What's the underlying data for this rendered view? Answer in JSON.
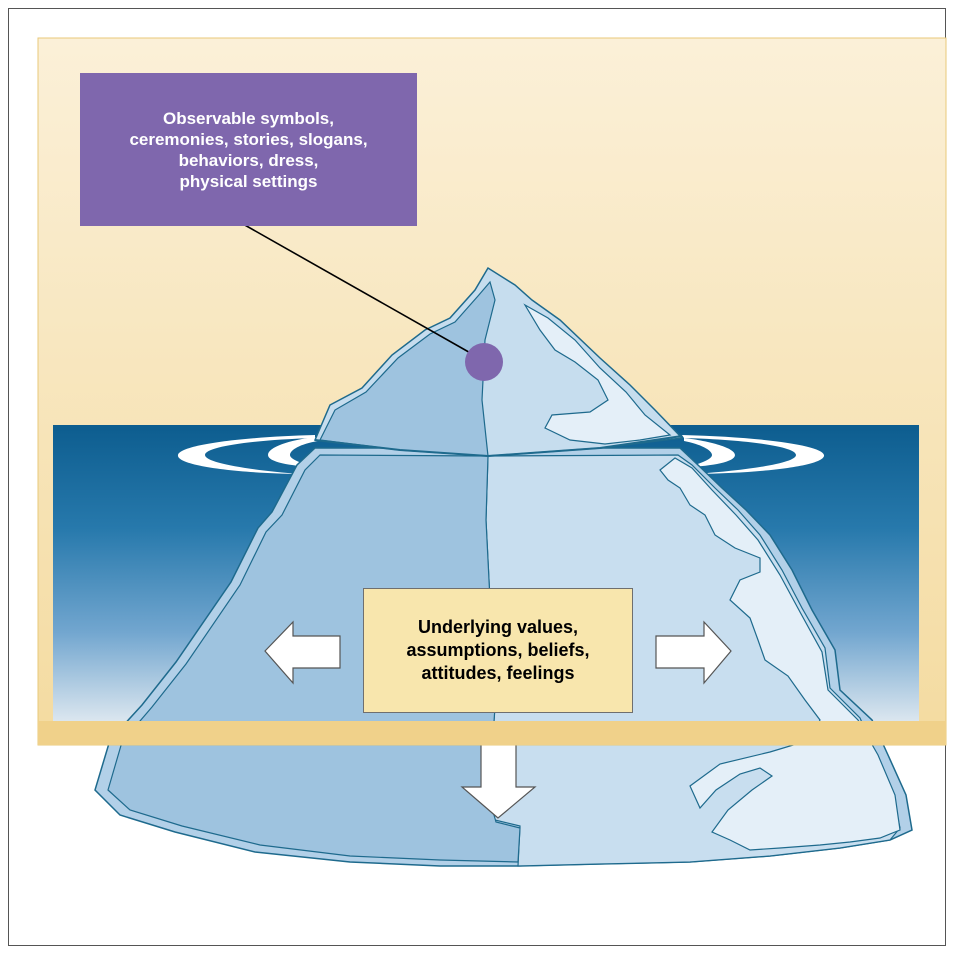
{
  "surface_box": {
    "lines": [
      "Observable symbols,",
      "ceremonies, stories, slogans,",
      "behaviors, dress,",
      "physical settings"
    ],
    "fill_color": "#7f67ad"
  },
  "underlying_box": {
    "lines": [
      "Underlying values,",
      "assumptions, beliefs,",
      "attitudes, feelings"
    ],
    "fill_color": "#f8e6ad"
  },
  "colors": {
    "sky_top": "#fbf0d8",
    "sky_bottom": "#f4dba0",
    "water_top": "#0d5d8f",
    "water_bottom": "#dbe6ef",
    "ice_light": "#c6ddee",
    "ice_shade": "#9ec3df",
    "ice_outline": "#1e6a8d",
    "marker": "#7f67ad"
  },
  "icons": [
    "left-arrow-icon",
    "right-arrow-icon",
    "down-arrow-icon",
    "connector-dot-icon"
  ]
}
